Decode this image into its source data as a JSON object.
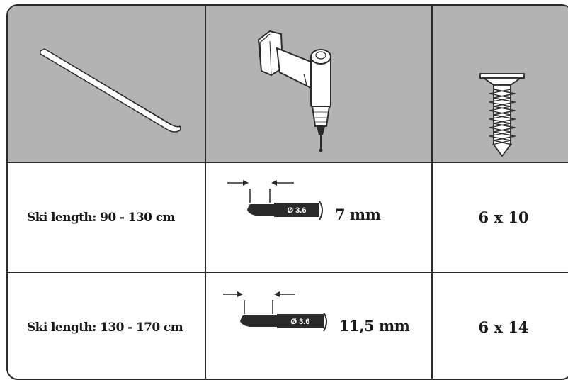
{
  "header": {
    "tool1_icon": "pry-bar-icon",
    "tool2_icon": "cordless-drill-icon",
    "tool3_icon": "countersunk-screw-icon"
  },
  "rows": [
    {
      "label": "Ski length: 90 - 130 cm",
      "bit_diameter": "Ø 3.6",
      "depth": "7 mm",
      "screw": "6 x 10"
    },
    {
      "label": "Ski length: 130 - 170 cm",
      "bit_diameter": "Ø 3.6",
      "depth": "11,5 mm",
      "screw": "6 x 14"
    }
  ],
  "colors": {
    "header_bg": "#b3b3b3",
    "line": "#2a2a2a"
  }
}
